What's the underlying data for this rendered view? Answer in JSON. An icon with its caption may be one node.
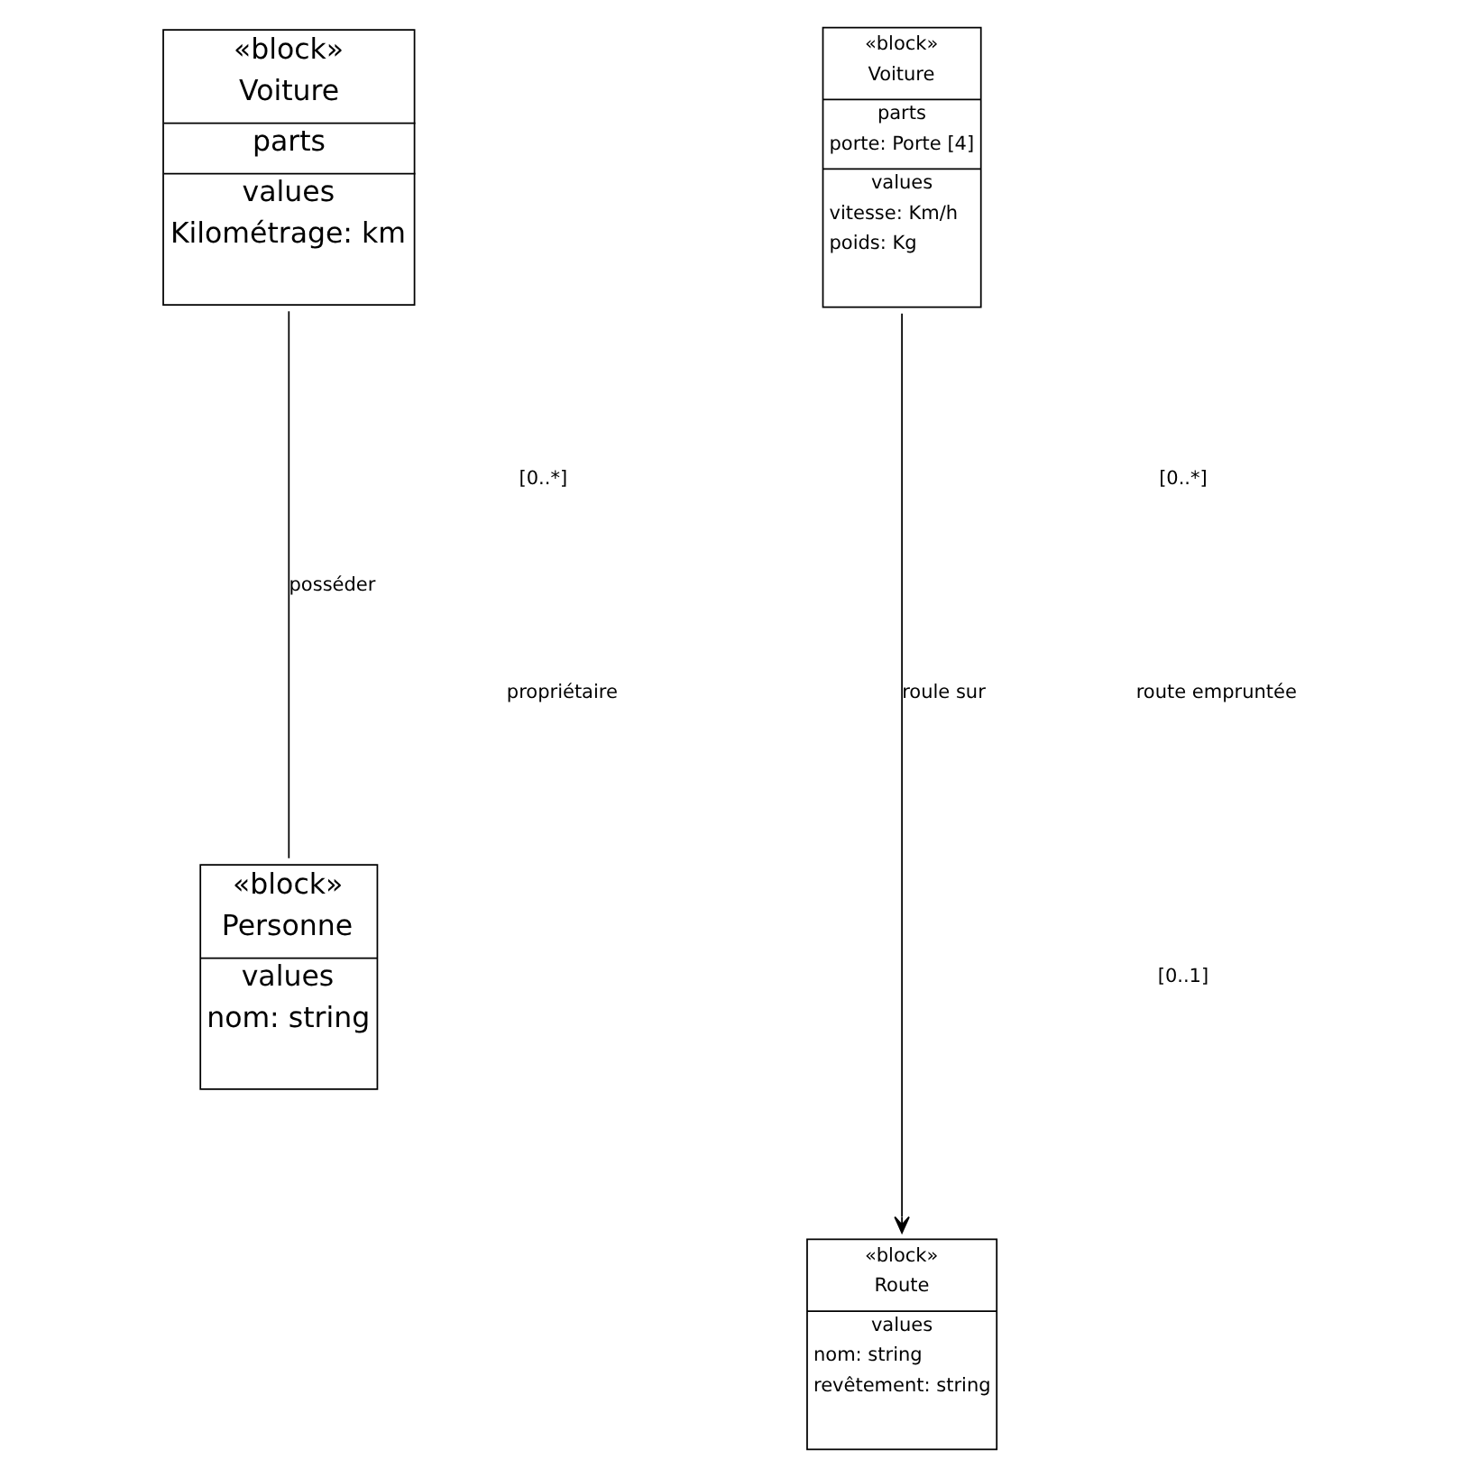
{
  "diagram": {
    "nodes": [
      {
        "text": [
          "«block»",
          "Voiture",
          "parts",
          "values",
          "Kilométrage: km"
        ]
      },
      {
        "text": [
          "«block»",
          "Personne",
          "values",
          "nom: string"
        ]
      },
      {
        "text": [
          "«block»",
          "Voiture",
          "parts",
          "porte: Porte [4]",
          "values",
          "vitesse: Km/h",
          "poids: Kg"
        ]
      },
      {
        "text": [
          "«block»",
          "Route",
          "values",
          "nom: string",
          "revêtement: string"
        ]
      }
    ],
    "edges": [
      {
        "from": 0,
        "to": 1,
        "arrow": "none",
        "label": "posséder"
      },
      {
        "from": 2,
        "to": 3,
        "arrow": "to",
        "label": "roule sur"
      }
    ],
    "labels": [
      "[0..*]",
      "propriétaire",
      "[0..*]",
      "route empruntée",
      "[0..1]"
    ]
  }
}
